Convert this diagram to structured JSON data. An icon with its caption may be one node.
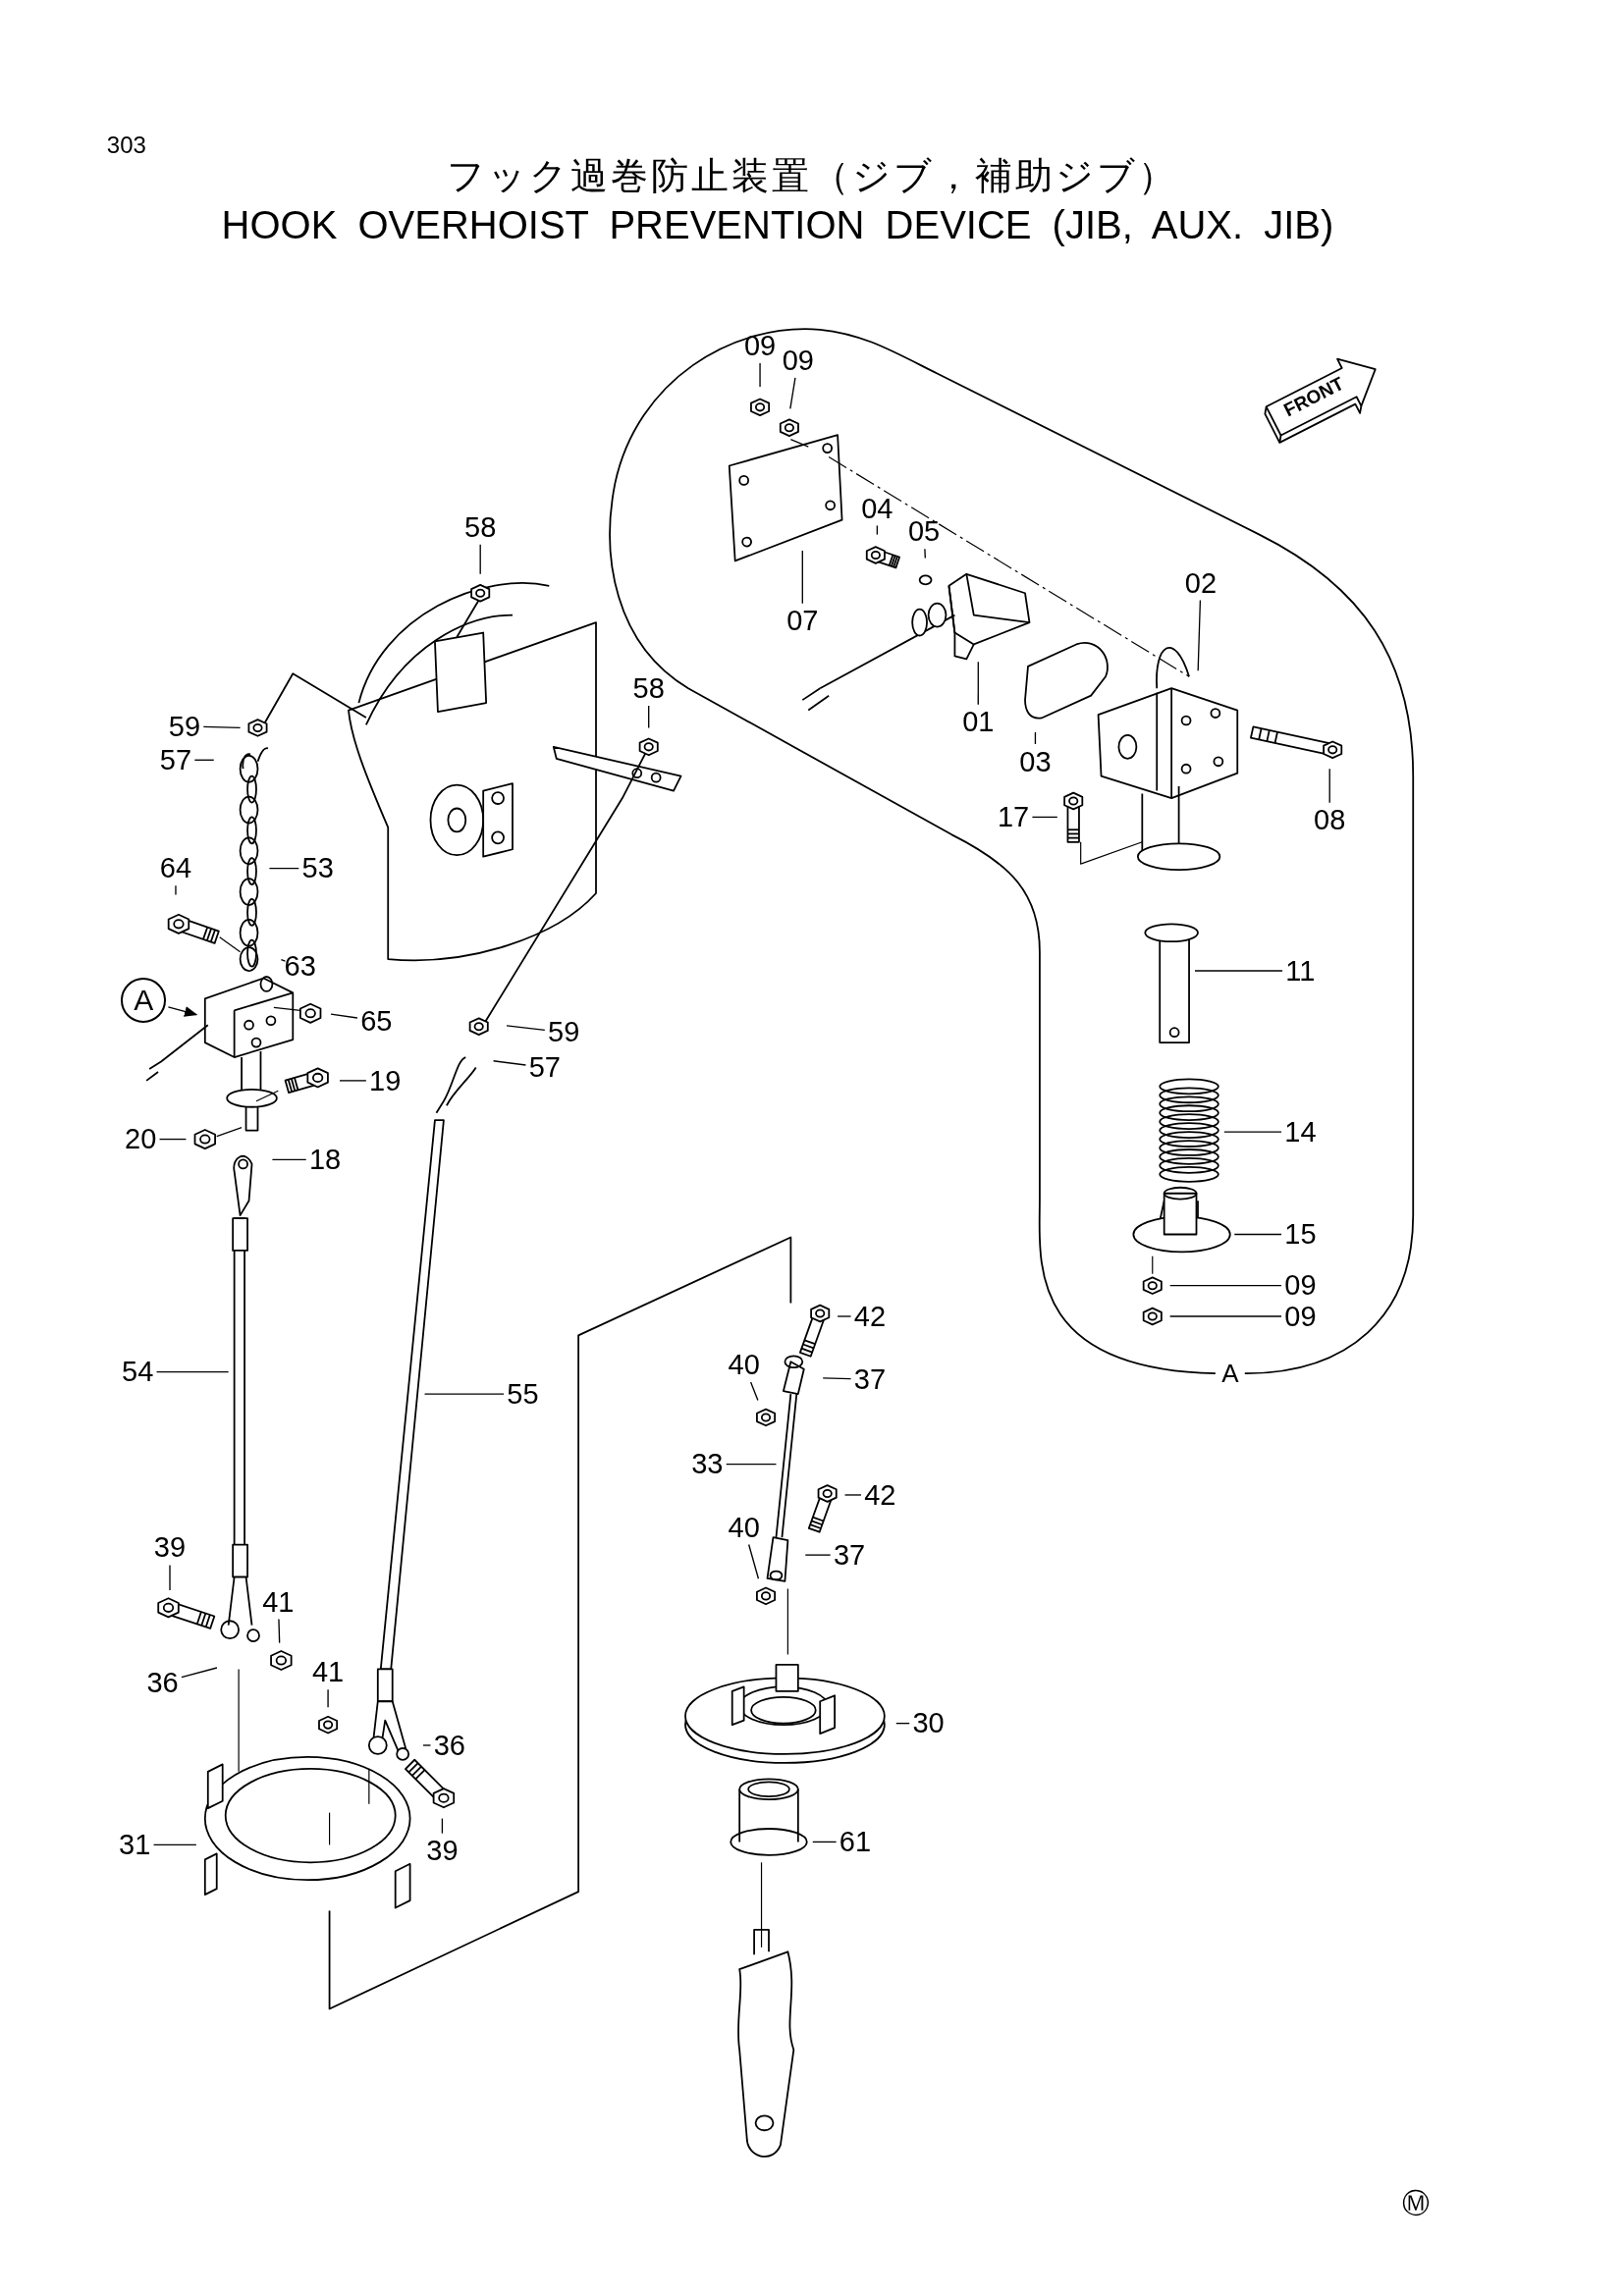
{
  "diagram": {
    "title": "フック過巻防止装置（ジブ，補助ジブ）",
    "nodes": [
      {
        "text": [
          "09"
        ]
      },
      {
        "text": [
          "09"
        ]
      },
      {
        "text": [
          "58"
        ]
      },
      {
        "text": [
          "04"
        ]
      },
      {
        "text": [
          "05"
        ]
      },
      {
        "text": [
          "07"
        ]
      },
      {
        "text": [
          "02"
        ]
      },
      {
        "text": [
          "01"
        ]
      },
      {
        "text": [
          "03"
        ]
      },
      {
        "text": [
          "58"
        ]
      },
      {
        "text": [
          "59"
        ]
      },
      {
        "text": [
          "57"
        ]
      },
      {
        "text": [
          "08"
        ]
      },
      {
        "text": [
          "17"
        ]
      },
      {
        "text": [
          "53"
        ]
      },
      {
        "text": [
          "64"
        ]
      },
      {
        "text": [
          "A"
        ]
      },
      {
        "text": [
          "63"
        ]
      },
      {
        "text": [
          "65"
        ]
      },
      {
        "text": [
          "11"
        ]
      },
      {
        "text": [
          "59"
        ]
      },
      {
        "text": [
          "57"
        ]
      },
      {
        "text": [
          "19"
        ]
      },
      {
        "text": [
          "14"
        ]
      },
      {
        "text": [
          "20"
        ]
      },
      {
        "text": [
          "18"
        ]
      },
      {
        "text": [
          "15"
        ]
      },
      {
        "text": [
          "09"
        ]
      },
      {
        "text": [
          "09"
        ]
      },
      {
        "text": [
          "42"
        ]
      },
      {
        "text": [
          "40"
        ]
      },
      {
        "text": [
          "37"
        ]
      },
      {
        "text": [
          "54"
        ]
      },
      {
        "text": [
          "55"
        ]
      },
      {
        "text": [
          "33"
        ]
      },
      {
        "text": [
          "42"
        ]
      },
      {
        "text": [
          "40"
        ]
      },
      {
        "text": [
          "37"
        ]
      },
      {
        "text": [
          "39"
        ]
      },
      {
        "text": [
          "41"
        ]
      },
      {
        "text": [
          "36"
        ]
      },
      {
        "text": [
          "41"
        ]
      },
      {
        "text": [
          "36"
        ]
      },
      {
        "text": [
          "31"
        ]
      },
      {
        "text": [
          "39"
        ]
      },
      {
        "text": [
          "30"
        ]
      },
      {
        "text": [
          "61"
        ]
      }
    ],
    "edges": [
      {
        "from": 0,
        "to": null,
        "arrow": "none"
      },
      {
        "from": 1,
        "to": null,
        "arrow": "none"
      },
      {
        "from": 2,
        "to": null,
        "arrow": "none"
      },
      {
        "from": 3,
        "to": null,
        "arrow": "none"
      },
      {
        "from": 4,
        "to": null,
        "arrow": "none"
      },
      {
        "from": 5,
        "to": null,
        "arrow": "none"
      },
      {
        "from": 6,
        "to": null,
        "arrow": "none"
      },
      {
        "from": 7,
        "to": null,
        "arrow": "none"
      },
      {
        "from": 8,
        "to": null,
        "arrow": "none"
      },
      {
        "from": 9,
        "to": null,
        "arrow": "none"
      },
      {
        "from": 10,
        "to": null,
        "arrow": "none"
      },
      {
        "from": 11,
        "to": null,
        "arrow": "none"
      },
      {
        "from": 12,
        "to": null,
        "arrow": "none"
      },
      {
        "from": 13,
        "to": null,
        "arrow": "none"
      },
      {
        "from": 14,
        "to": null,
        "arrow": "none"
      },
      {
        "from": 15,
        "to": null,
        "arrow": "none"
      },
      {
        "from": 16,
        "to": null,
        "arrow": "to"
      },
      {
        "from": 17,
        "to": null,
        "arrow": "none"
      },
      {
        "from": 18,
        "to": null,
        "arrow": "none"
      },
      {
        "from": 19,
        "to": null,
        "arrow": "none"
      },
      {
        "from": 20,
        "to": null,
        "arrow": "none"
      },
      {
        "from": 21,
        "to": null,
        "arrow": "none"
      },
      {
        "from": 22,
        "to": null,
        "arrow": "none"
      },
      {
        "from": 23,
        "to": null,
        "arrow": "none"
      },
      {
        "from": 24,
        "to": null,
        "arrow": "none"
      },
      {
        "from": 25,
        "to": null,
        "arrow": "none"
      },
      {
        "from": 26,
        "to": null,
        "arrow": "none"
      },
      {
        "from": 27,
        "to": null,
        "arrow": "none"
      },
      {
        "from": 28,
        "to": null,
        "arrow": "none"
      },
      {
        "from": 29,
        "to": null,
        "arrow": "none"
      },
      {
        "from": 30,
        "to": null,
        "arrow": "none"
      },
      {
        "from": 31,
        "to": null,
        "arrow": "none"
      },
      {
        "from": 32,
        "to": null,
        "arrow": "none"
      },
      {
        "from": 33,
        "to": null,
        "arrow": "none"
      },
      {
        "from": 34,
        "to": null,
        "arrow": "none"
      },
      {
        "from": 35,
        "to": null,
        "arrow": "none"
      },
      {
        "from": 36,
        "to": null,
        "arrow": "none"
      },
      {
        "from": 37,
        "to": null,
        "arrow": "none"
      },
      {
        "from": 38,
        "to": null,
        "arrow": "none"
      },
      {
        "from": 39,
        "to": null,
        "arrow": "none"
      },
      {
        "from": 40,
        "to": null,
        "arrow": "none"
      },
      {
        "from": 41,
        "to": null,
        "arrow": "none"
      },
      {
        "from": 42,
        "to": null,
        "arrow": "none"
      },
      {
        "from": 43,
        "to": null,
        "arrow": "none"
      },
      {
        "from": 44,
        "to": null,
        "arrow": "none"
      },
      {
        "from": 45,
        "to": null,
        "arrow": "none"
      },
      {
        "from": 46,
        "to": null,
        "arrow": "none"
      }
    ],
    "labels": [
      "303",
      "HOOK OVERHOIST PREVENTION DEVICE (JIB, AUX. JIB)",
      "FRONT",
      "A",
      "Ⓜ"
    ]
  }
}
